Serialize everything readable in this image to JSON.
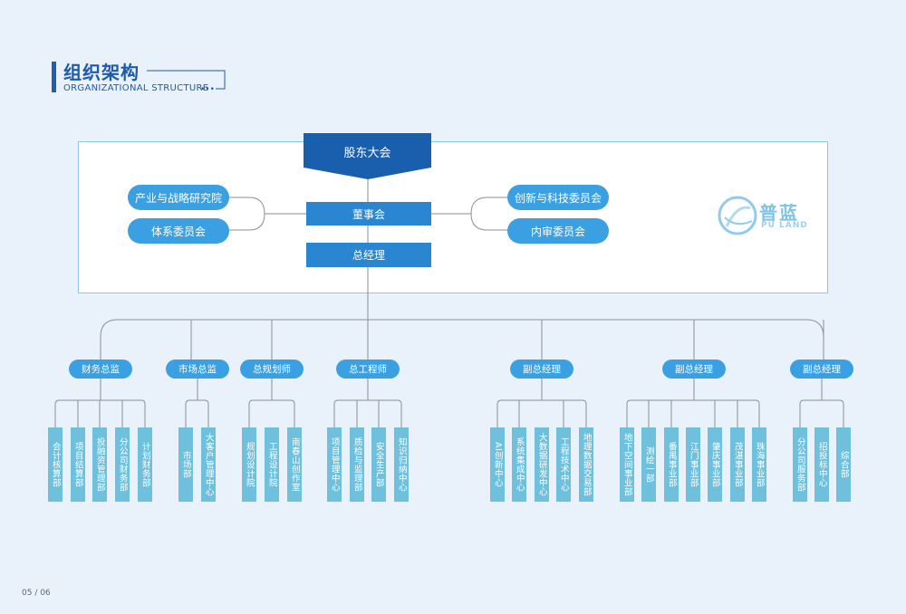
{
  "header": {
    "title": "组织架构",
    "subtitle": "ORGANIZATIONAL STRUCTURE"
  },
  "top": {
    "shareholders": "股东大会",
    "board": "董事会",
    "general_manager": "总经理",
    "left_committees": [
      "产业与战略研究院",
      "体系委员会"
    ],
    "right_committees": [
      "创新与科技委员会",
      "内审委员会"
    ]
  },
  "logo": {
    "cn": "普蓝",
    "en": "PU LAND"
  },
  "divisions": [
    {
      "name": "财务总监",
      "units": [
        "会计核算部",
        "项目结算部",
        "投融资管理部",
        "分公司财务部",
        "计划财务部"
      ]
    },
    {
      "name": "市场总监",
      "units": [
        "市场部",
        "大客户管理中心"
      ]
    },
    {
      "name": "总规划师",
      "units": [
        "规划设计院",
        "工程设计院",
        "南春山创作室"
      ]
    },
    {
      "name": "总工程师",
      "units": [
        "项目管理中心",
        "质检与监理部",
        "安全生产部",
        "知识归纳中心"
      ]
    },
    {
      "name": "副总经理",
      "units": [
        "AI创新中心",
        "系统集成中心",
        "大数据研发中心",
        "工程技术中心",
        "地理数据交易部"
      ]
    },
    {
      "name": "副总经理",
      "units": [
        "地下空间事业部",
        "测绘一部",
        "番禺事业部",
        "江门事业部",
        "肇庆事业部",
        "茂湛事业部",
        "珠海事业部"
      ]
    },
    {
      "name": "副总经理",
      "units": [
        "分公司服务部",
        "招投标中心",
        "综合部"
      ]
    }
  ],
  "footer": {
    "page": "05 / 06"
  },
  "colors": {
    "dark_blue": "#1a5fae",
    "box_blue": "#2a86d0",
    "pill_blue": "#3aa0e2",
    "unit_blue": "#6ec0dc",
    "line": "#8a8f96"
  }
}
